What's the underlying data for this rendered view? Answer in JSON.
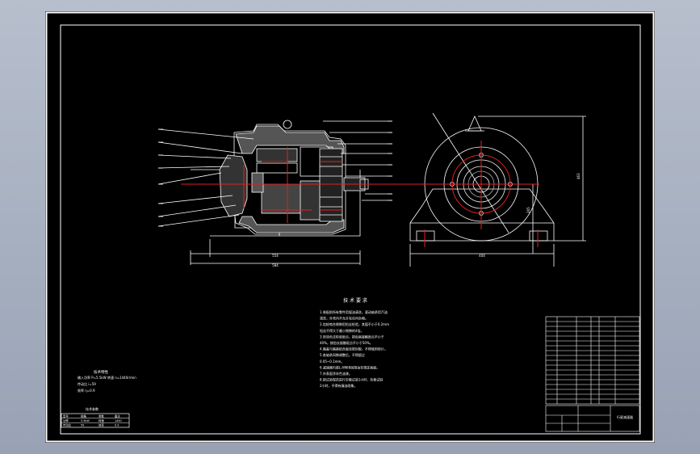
{
  "drawing": {
    "tech_requirements_title": "技 术 要 求",
    "tech_requirements_lines": [
      "1.装配前所有零件用煤油清洗，滚动轴承用汽油",
      "清洗，外壳内不允许有任何杂物。",
      "2.齿轮啮合侧隙用铅丝检验，其值不小于0.2mm",
      "铅丝不得大于最小侧隙的4倍。",
      "3.用涂色法检验斑点，按齿高接触斑点不小于",
      "40%，按齿长接触斑点不小于50%。",
      "4.箱盖与箱座结合面涂密封胶，不得使用垫片。",
      "5.各轴承间隙调整后，不得超过",
      "0.05~0.1mm。",
      "6.减速器内装L-AN68润滑油至规定高度。",
      "7.外表面涂灰色油漆。",
      "8.按试验规范进行空载试验1小时，负载试验",
      "2小时，不得有漏油现象。"
    ],
    "spec_title": "技术特性",
    "spec_lines": [
      "输入功率 P=5.5kW  转速 n=1440r/min",
      "传动比 i=59",
      "效率 η=0.9"
    ],
    "left_table_title": "技术参数",
    "left_table_rows": [
      [
        "型号",
        "规格",
        "参数",
        "备注"
      ],
      [
        "功率",
        "5.5kW",
        "转速",
        "1440"
      ],
      [
        "传动比",
        "59",
        "效率",
        "0.9"
      ]
    ],
    "title_block_name": "行星减速器",
    "dimension_front_width": "554",
    "dimension_front_base": "584",
    "dimension_side_width": "404",
    "dimension_side_height": "463",
    "dimension_side_center": "265"
  }
}
